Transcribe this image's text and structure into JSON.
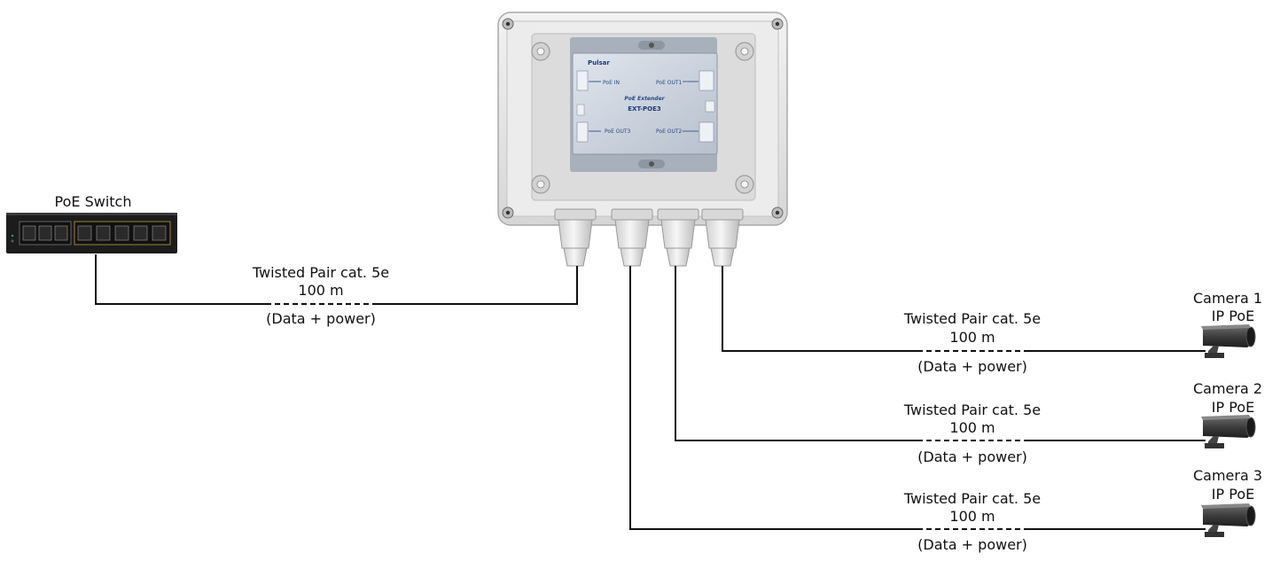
{
  "switch": {
    "title": "PoE Switch"
  },
  "extender": {
    "brand": "Pulsar",
    "port_in": "PoE IN",
    "port_out1": "PoE OUT1",
    "port_out2": "PoE OUT2",
    "port_out3": "PoE OUT3",
    "product_line": "PoE Extender",
    "model": "EXT-POE3"
  },
  "links": [
    {
      "cable": "Twisted Pair cat. 5e",
      "length": "100 m",
      "payload": "(Data + power)"
    },
    {
      "cable": "Twisted Pair cat. 5e",
      "length": "100 m",
      "payload": "(Data + power)"
    },
    {
      "cable": "Twisted Pair cat. 5e",
      "length": "100 m",
      "payload": "(Data + power)"
    },
    {
      "cable": "Twisted Pair cat. 5e",
      "length": "100 m",
      "payload": "(Data + power)"
    }
  ],
  "cameras": [
    {
      "name": "Camera 1",
      "type": "IP PoE"
    },
    {
      "name": "Camera 2",
      "type": "IP PoE"
    },
    {
      "name": "Camera 3",
      "type": "IP PoE"
    }
  ],
  "colors": {
    "line": "#111111",
    "enclosure": "#e4e4e4",
    "module": "#c8d0dc",
    "switch_body": "#1c1c1c",
    "label_blue": "#1a3a78"
  }
}
